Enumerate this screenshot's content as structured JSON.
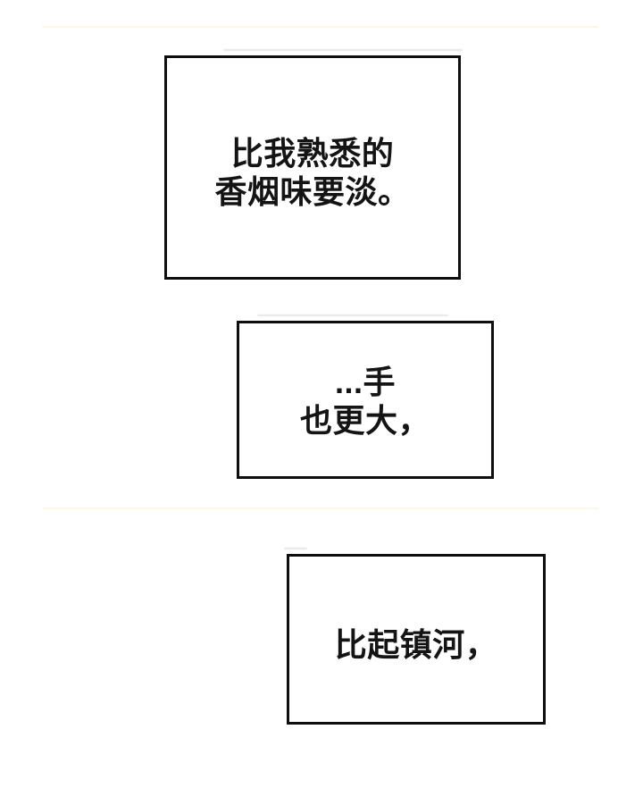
{
  "page": {
    "background_color": "#ffffff",
    "text_color": "#141414",
    "panel_border_color": "#0e0e0e"
  },
  "panels": [
    {
      "name": "speech-box-1",
      "lines": [
        "比我熟悉的",
        "香烟味要淡。"
      ]
    },
    {
      "name": "speech-box-2",
      "lines": [
        "...手",
        "也更大，"
      ]
    },
    {
      "name": "speech-box-3",
      "lines": [
        "比起镇河，"
      ]
    }
  ]
}
